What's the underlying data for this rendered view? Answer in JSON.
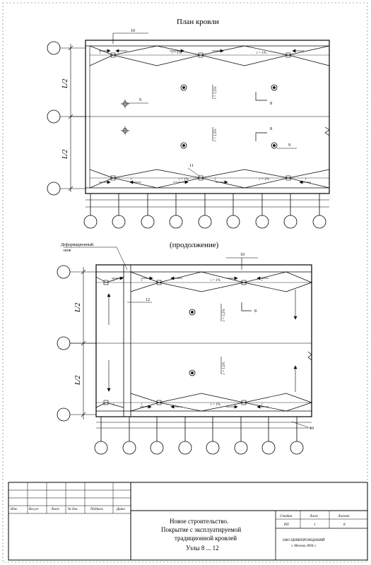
{
  "sheet": {
    "title_top": "План кровли",
    "title_bottom": "(продолжение)",
    "deformation_seam": [
      "Деформационный",
      "шов"
    ]
  },
  "callouts": {
    "c10": "10",
    "c9": "9",
    "c8": "8",
    "c11": "11",
    "c12": "12"
  },
  "dimensions": {
    "half_span": "L/2"
  },
  "slopes": {
    "i_15pct": "i = 1%",
    "i_vertical": "i = 1,5%",
    "arrow_i": "i"
  },
  "title_block": {
    "columns": [
      "Изм.",
      "Кол.уч",
      "Лист",
      "№ док.",
      "Подпись",
      "Дата"
    ],
    "description": [
      "Новое строительство.",
      "Покрытие с эксплуатируемой",
      "традиционной кровлей",
      "Узлы 8 ... 12"
    ],
    "stage_label": "Стадия",
    "sheet_label": "Лист",
    "sheets_label": "Листов",
    "stage_value": "РП",
    "sheet_value": "1",
    "sheets_value": "8",
    "org": [
      "ОАО ЦНИИПРОМЗДАНИЙ",
      "г. Москва 2004 г."
    ]
  }
}
